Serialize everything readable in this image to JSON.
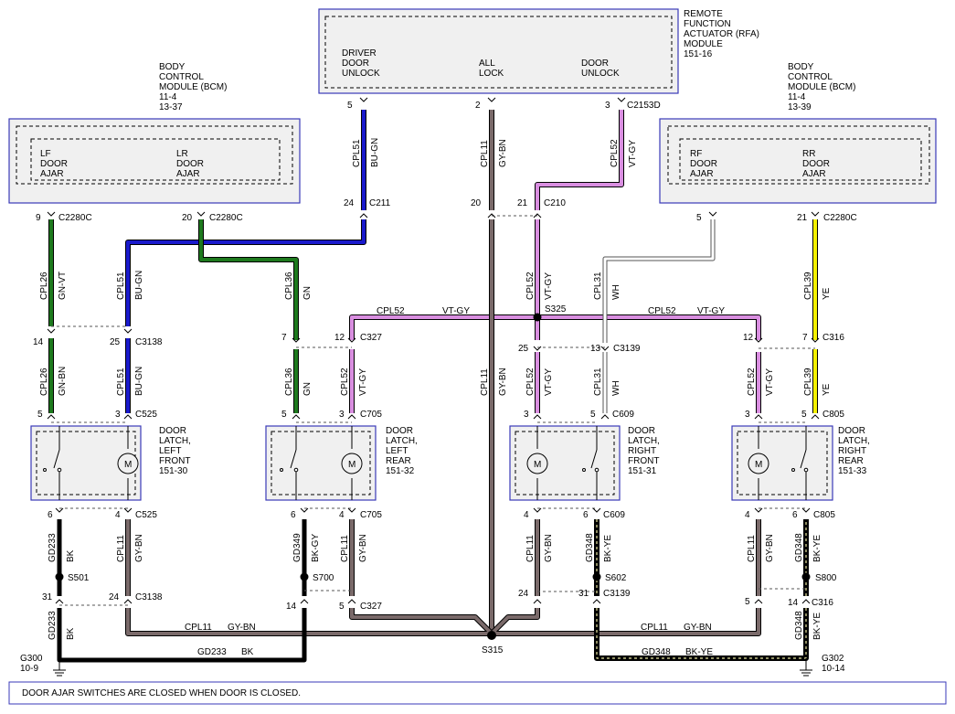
{
  "modules": {
    "rfa": {
      "name_lines": [
        "REMOTE",
        "FUNCTION",
        "ACTUATOR (RFA)",
        "MODULE",
        "151-16"
      ],
      "pins": [
        "DRIVER DOOR UNLOCK",
        "ALL LOCK",
        "DOOR UNLOCK"
      ]
    },
    "bcm_left": {
      "name_lines": [
        "BODY",
        "CONTROL",
        "MODULE (BCM)",
        "11-4",
        "13-37"
      ],
      "pins": [
        "LF DOOR AJAR",
        "LR DOOR AJAR"
      ]
    },
    "bcm_right": {
      "name_lines": [
        "BODY",
        "CONTROL",
        "MODULE (BCM)",
        "11-4",
        "13-39"
      ],
      "pins": [
        "RF DOOR AJAR",
        "RR DOOR AJAR"
      ]
    },
    "latch_lf": {
      "name_lines": [
        "DOOR",
        "LATCH,",
        "LEFT",
        "FRONT",
        "151-30"
      ]
    },
    "latch_lr": {
      "name_lines": [
        "DOOR",
        "LATCH,",
        "LEFT",
        "REAR",
        "151-32"
      ]
    },
    "latch_rf": {
      "name_lines": [
        "DOOR",
        "LATCH,",
        "RIGHT",
        "FRONT",
        "151-31"
      ]
    },
    "latch_rr": {
      "name_lines": [
        "DOOR",
        "LATCH,",
        "RIGHT",
        "REAR",
        "151-33"
      ]
    }
  },
  "motor_label": "M",
  "wires": [
    {
      "circuit": "CPL51",
      "color": "BU-GN"
    },
    {
      "circuit": "CPL11",
      "color": "GY-BN"
    },
    {
      "circuit": "CPL52",
      "color": "VT-GY"
    },
    {
      "circuit": "CPL26",
      "color": "GN-VT"
    },
    {
      "circuit": "CPL26",
      "color": "GN-BN"
    },
    {
      "circuit": "CPL36",
      "color": "GN"
    },
    {
      "circuit": "CPL31",
      "color": "WH"
    },
    {
      "circuit": "CPL39",
      "color": "YE"
    },
    {
      "circuit": "GD233",
      "color": "BK"
    },
    {
      "circuit": "GD349",
      "color": "BK-GY"
    },
    {
      "circuit": "GD348",
      "color": "BK-YE"
    }
  ],
  "connectors": [
    "C2153D",
    "C211",
    "C210",
    "C2280C",
    "C3138",
    "C327",
    "C3139",
    "C316",
    "C525",
    "C705",
    "C609",
    "C805"
  ],
  "splices": [
    "S325",
    "S315",
    "S501",
    "S700",
    "S602",
    "S800"
  ],
  "grounds": [
    {
      "id": "G300",
      "ref": "10-9"
    },
    {
      "id": "G302",
      "ref": "10-14"
    }
  ],
  "note": "DOOR AJAR SWITCHES ARE CLOSED WHEN DOOR IS CLOSED.",
  "wire_colors": {
    "BU-GN": "#1a1acc",
    "GY-BN": "#7a6a6a",
    "VT-GY": "#d98ee0",
    "GN": "#1e7a1e",
    "WH": "#ffffff",
    "YE": "#f5f200",
    "BK": "#000000",
    "BK-YE": "#000000"
  }
}
